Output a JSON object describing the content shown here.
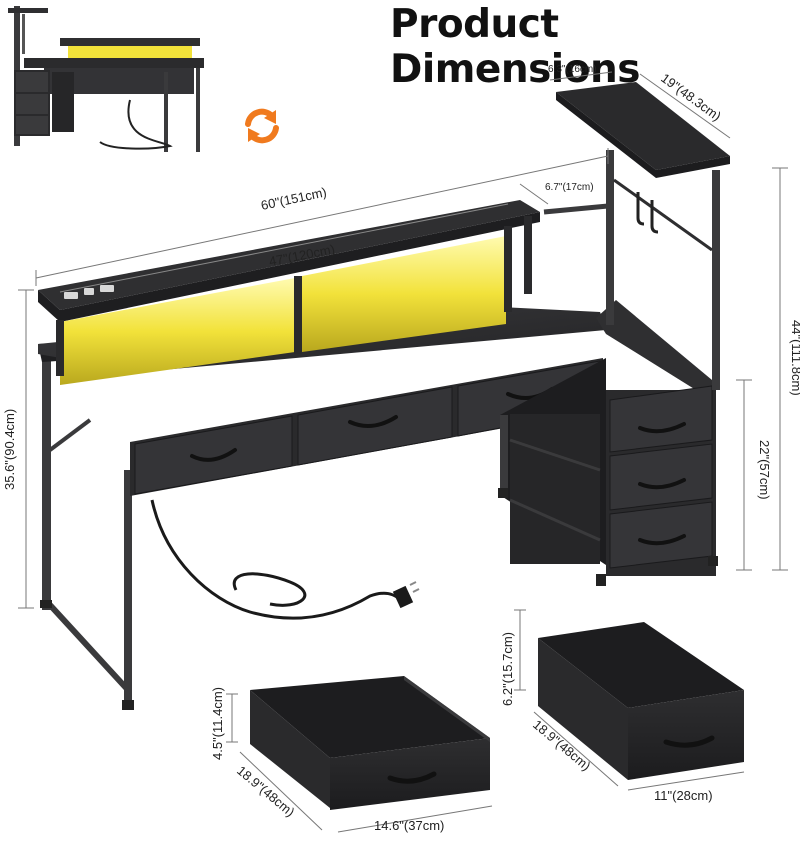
{
  "title": "Product Dimensions",
  "dimensions": {
    "shelf_depth": "6.3\"(16cm)",
    "shelf_width": "19\"(48.3cm)",
    "desk_width": "60\"(151cm)",
    "monitor_gap": "6.7\"(17cm)",
    "monitor_stand_width": "47\"(120cm)",
    "total_height": "44\"(111.8cm)",
    "desk_height": "35.6\"(90.4cm)",
    "cabinet_height": "22\"(57cm)",
    "small_drawer_height": "4.5\"(11.4cm)",
    "small_drawer_depth": "18.9\"(48cm)",
    "small_drawer_width": "14.6\"(37cm)",
    "large_drawer_height": "6.2\"(15.7cm)",
    "large_drawer_depth": "18.9\"(48cm)",
    "large_drawer_width": "11\"(28cm)"
  },
  "colors": {
    "desk": "#2f2f31",
    "frame": "#3a3a3c",
    "led": "#f2e23a",
    "fabric": "#2a2a2c",
    "rotate_icon": "#f07a1e"
  },
  "icons": [
    "rotate-icon",
    "power-plug-icon"
  ]
}
